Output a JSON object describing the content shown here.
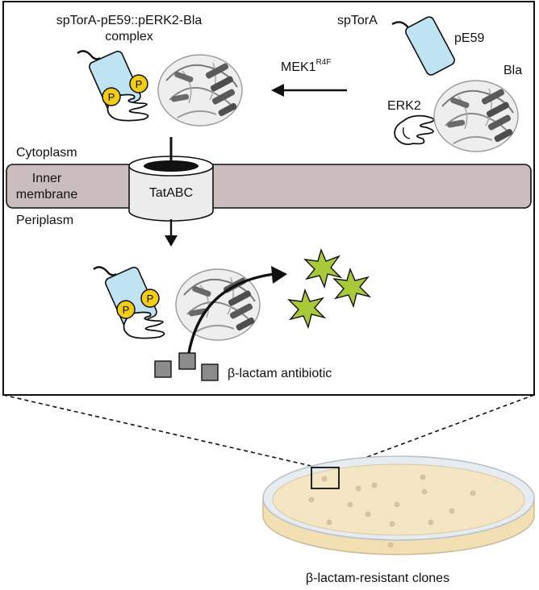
{
  "labels": {
    "complex_line1": "spTorA-pE59::pERK2-Bla",
    "complex_line2": "complex",
    "sptora": "spTorA",
    "pe59": "pE59",
    "bla": "Bla",
    "erk2": "ERK2",
    "mek1": "MEK1",
    "mek1_sup": "R4F",
    "cytoplasm": "Cytoplasm",
    "inner_line1": "Inner",
    "inner_line2": "membrane",
    "tatabc": "TatABC",
    "periplasm": "Periplasm",
    "antibiotic": "β-lactam antibiotic",
    "clones": "β-lactam-resistant clones",
    "phospho": "P"
  },
  "colors": {
    "membrane": "#cbbdbd",
    "pe59_fill": "#bfe3f2",
    "phospho_fill": "#f2cc1a",
    "star_fill": "#a8c93a",
    "antibiotic_fill": "#8c8c8c",
    "protein_dark": "#555555",
    "protein_light": "#bdbdbd",
    "dish_agar": "#f4e6c4",
    "colony": "#d8c29a"
  }
}
